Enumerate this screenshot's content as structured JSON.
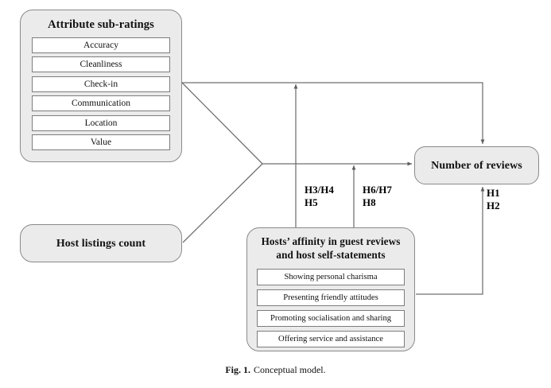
{
  "figure": {
    "caption_number": "Fig. 1.",
    "caption_text": "Conceptual model."
  },
  "nodes": {
    "attribute_subratings": {
      "title": "Attribute sub-ratings",
      "items": [
        "Accuracy",
        "Cleanliness",
        "Check-in",
        "Communication",
        "Location",
        "Value"
      ]
    },
    "host_listings_count": {
      "title": "Host listings count"
    },
    "hosts_affinity": {
      "title": "Hosts’ affinity in guest reviews and host self-statements",
      "items": [
        "Showing personal charisma",
        "Presenting friendly attitudes",
        "Promoting socialisation and sharing",
        "Offering service and assistance"
      ]
    },
    "number_of_reviews": {
      "title": "Number of reviews"
    }
  },
  "hypothesis_labels": {
    "left_group": "H3/H4\nH5",
    "middle_group": "H6/H7\nH8",
    "right_group": "H1\nH2"
  },
  "colors": {
    "node_fill": "#ebebeb",
    "node_border": "#8a8a8a",
    "item_fill": "#ffffff",
    "item_border": "#7d7d7d",
    "connector": "#6f6f6f",
    "text": "#111111",
    "background": "#ffffff"
  }
}
